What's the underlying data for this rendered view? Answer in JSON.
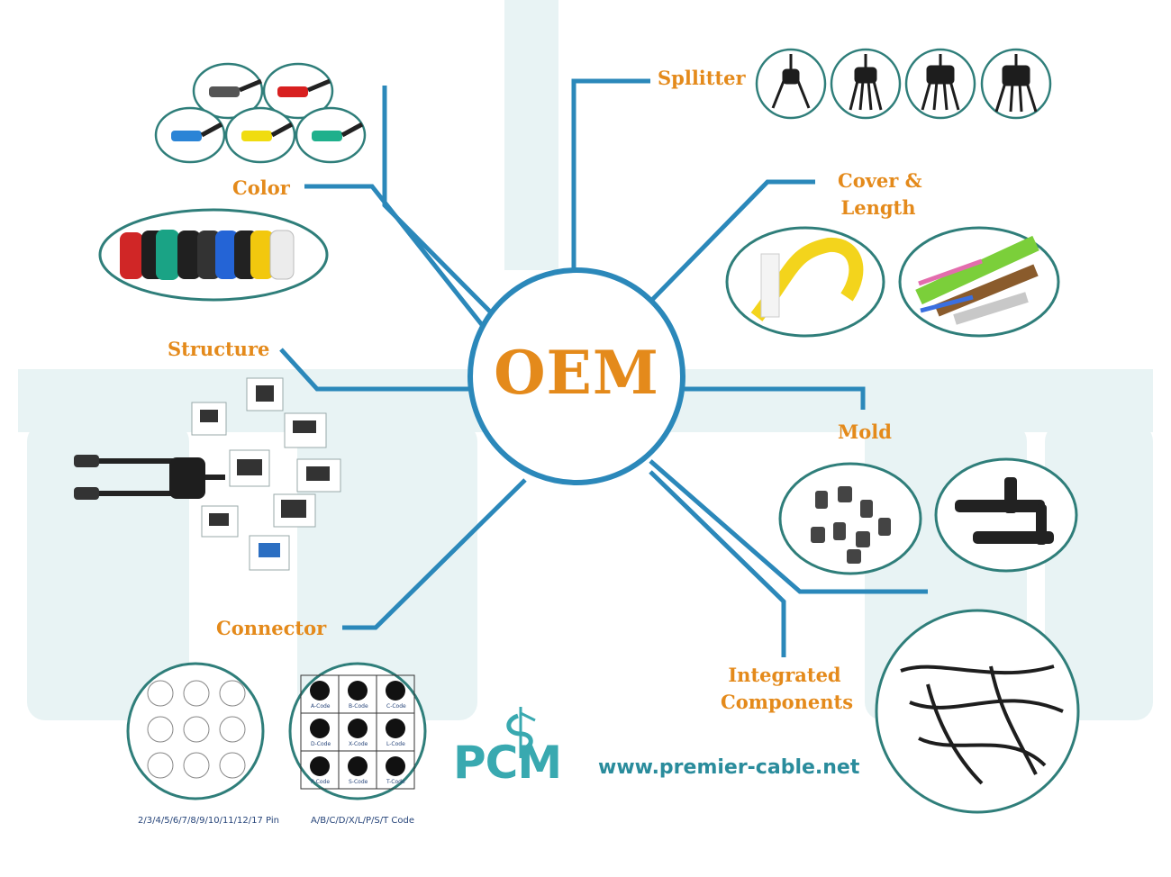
{
  "center": {
    "title": "OEM"
  },
  "branches": {
    "splitter": "Spllitter",
    "cover_length": [
      "Cover &",
      "Length"
    ],
    "color": "Color",
    "structure": "Structure",
    "mold": "Mold",
    "connector": "Connector",
    "integrated": [
      "Integrated",
      "Components"
    ]
  },
  "captions": {
    "pins": "2/3/4/5/6/7/8/9/10/11/12/17 Pin",
    "codes": "A/B/C/D/X/L/P/S/T Code"
  },
  "code_grid": [
    "A-Code",
    "B-Code",
    "C-Code",
    "D-Code",
    "X-Code",
    "L-Code",
    "P-Code",
    "S-Code",
    "T-Code"
  ],
  "logo": {
    "mark": "PCM",
    "url": "www.premier-cable.net"
  },
  "colors": {
    "line": "#2b88ba",
    "label": "#e48a1b",
    "circle_border": "#2f7e7a",
    "watermark": "#e8f3f4"
  }
}
